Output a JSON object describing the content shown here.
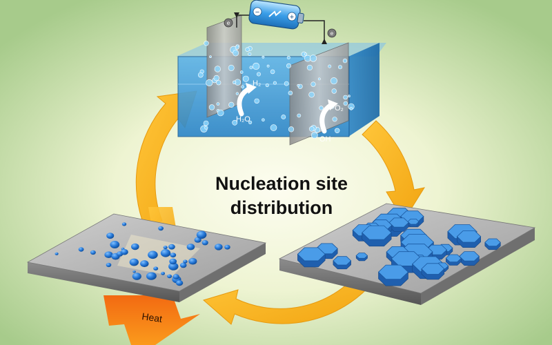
{
  "diagram": {
    "title_line1": "Nucleation site",
    "title_line2": "distribution",
    "heat_label": "Heat",
    "electron_label": "e",
    "battery_minus": "−",
    "battery_plus": "+",
    "labels": {
      "h2": "H₂",
      "h2o": "H₂O",
      "o2": "O₂",
      "oh": "OH⁻"
    },
    "colors": {
      "background_center": "#fbfbe8",
      "background_edge": "#a8cc8c",
      "cycle_arrow": "#f7b21c",
      "water": "#3b9ad8",
      "bubble": "#5cc0f0",
      "plate": "#a9a9a9",
      "droplet": "#1f6fcf",
      "crystal": "#3a8ee0",
      "heat_arrow": "#f25a12"
    }
  }
}
